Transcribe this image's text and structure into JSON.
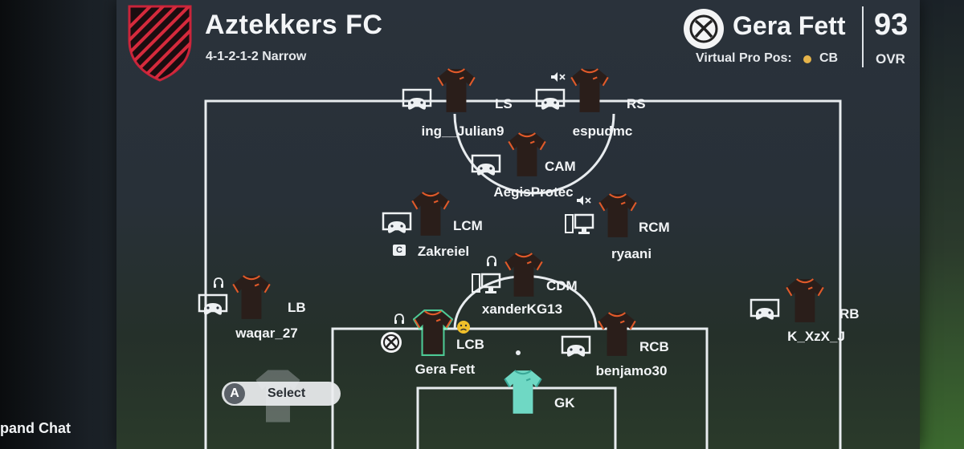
{
  "club": {
    "name": "Aztekkers FC",
    "formation": "4-1-2-1-2 Narrow"
  },
  "virtual_pro": {
    "platform_icon": "xbox-icon",
    "name": "Gera Fett",
    "ovr": "93",
    "ovr_label": "OVR",
    "pos_label": "Virtual Pro Pos:",
    "pos_value": "CB",
    "pos_dot_color": "#e6b44a"
  },
  "colors": {
    "shirt": "#2a1e1a",
    "shirt_accent": "#e05a2a",
    "gk_shirt": "#6fd8c4",
    "highlight": "#57f0b0"
  },
  "players": [
    {
      "id": "ls",
      "position": "LS",
      "name": "ing__Julian9",
      "device": "console"
    },
    {
      "id": "rs",
      "position": "RS",
      "name": "espudmc",
      "device": "console",
      "muted": true
    },
    {
      "id": "cam",
      "position": "CAM",
      "name": "AegisProtec",
      "device": "console"
    },
    {
      "id": "lcm",
      "position": "LCM",
      "name": "Zakreiel",
      "device": "console",
      "badge": "C"
    },
    {
      "id": "rcm",
      "position": "RCM",
      "name": "ryaani",
      "device": "pc",
      "muted": true
    },
    {
      "id": "cdm",
      "position": "CDM",
      "name": "xanderKG13",
      "device": "pc",
      "headset": true
    },
    {
      "id": "lb",
      "position": "LB",
      "name": "waqar_27",
      "device": "console",
      "headset": true
    },
    {
      "id": "lcb",
      "position": "LCB",
      "name": "Gera Fett",
      "device": "xbox",
      "headset": true,
      "selected": true
    },
    {
      "id": "rcb",
      "position": "RCB",
      "name": "benjamo30",
      "device": "console"
    },
    {
      "id": "rb",
      "position": "RB",
      "name": "K_XzX_J",
      "device": "console"
    },
    {
      "id": "gk",
      "position": "GK",
      "name": "",
      "device": "none"
    }
  ],
  "footer": {
    "select_button": "A",
    "select_label": "Select",
    "expand_chat": "pand Chat"
  }
}
